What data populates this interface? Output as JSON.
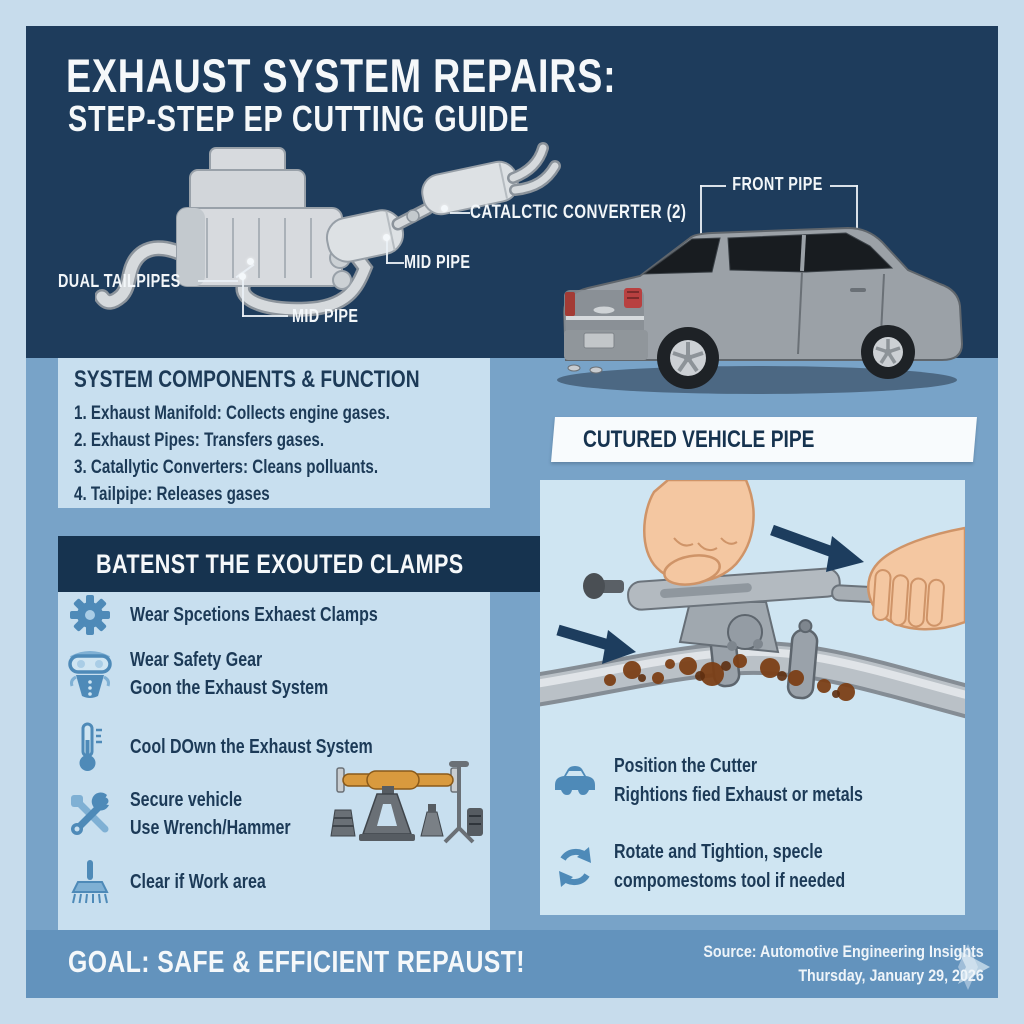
{
  "header": {
    "title_line1": "EXHAUST SYSTEM REPAIRS:",
    "title_line2": "STEP-STEP EP CUTTING GUIDE",
    "labels": {
      "dual_tailpipes": "DUAL TAILPIPES",
      "mid_pipe_lower": "MID PIPE",
      "mid_pipe_upper": "MID PIPE",
      "catalytic_converter": "CATALCTIC CONVERTER (2)",
      "front_pipe": "FRONT PIPE"
    }
  },
  "components": {
    "heading": "SYSTEM COMPONENTS & FUNCTION",
    "items": [
      "1. Exhaust Manifold: Collects engine gases.",
      "2. Exhaust Pipes: Transfers gases.",
      "3. Catallytic Converters: Cleans polluants.",
      "4. Tailpipe: Releases gases"
    ]
  },
  "checklist": {
    "heading": "BATENST THE EXOUTED CLAMPS",
    "items": [
      {
        "icon": "gear-icon",
        "lines": [
          "Wear Spcetions Exhaest Clamps",
          ""
        ]
      },
      {
        "icon": "safety-gear-icon",
        "lines": [
          "Wear Safety Gear",
          "Goon the Exhaust System"
        ]
      },
      {
        "icon": "thermometer-icon",
        "lines": [
          "Cool DOwn the Exhaust System",
          ""
        ]
      },
      {
        "icon": "wrench-hammer-icon",
        "lines": [
          "Secure vehicle",
          "Use Wrench/Hammer"
        ]
      },
      {
        "icon": "broom-icon",
        "lines": [
          "Clear if Work area",
          ""
        ]
      }
    ]
  },
  "cutting": {
    "banner": "CUTURED VEHICLE PIPE",
    "steps": [
      {
        "icon": "car-icon",
        "lines": [
          "Position the Cutter",
          "Rightions fied Exhaust or metals"
        ]
      },
      {
        "icon": "rotate-icon",
        "lines": [
          "Rotate and Tightion, specle",
          "compomestoms tool if needed"
        ]
      }
    ]
  },
  "footer": {
    "goal": "GOAL: SAFE & EFFICIENT REPAUST!",
    "source_line1": "Source: Automotive Engineering Insights",
    "source_line2": "Thursday, January 29, 2026"
  },
  "colors": {
    "header_navy": "#1e3c5c",
    "banner_navy": "#16334f",
    "mid_blue": "#78a3c8",
    "panel_light_blue": "#c8dfef",
    "illustration_panel_blue": "#cfe5f2",
    "bottom_bar_blue": "#6393bd",
    "text_navy": "#1c3a57",
    "icon_blue": "#4e8ab8",
    "white": "#f5f8fa",
    "jack_orange": "#d99a3e",
    "skin": "#f4c7a1",
    "rust_brown": "#7c4017",
    "pipe_gray": "#bac1c7"
  }
}
